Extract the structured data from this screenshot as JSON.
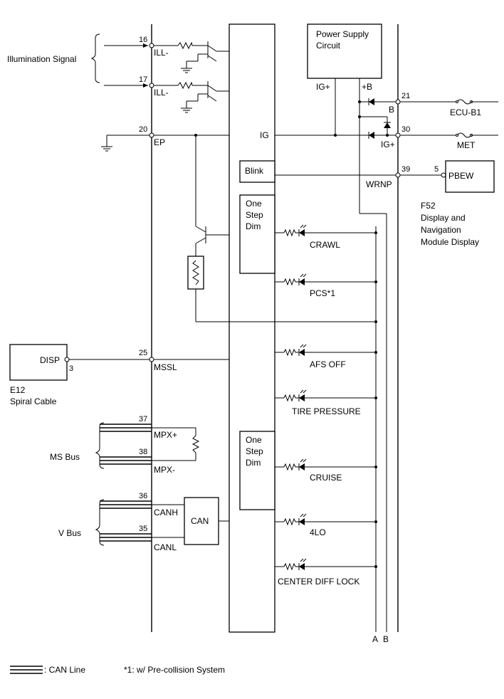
{
  "signals": {
    "illumination": "Illumination Signal",
    "ms_bus": "MS Bus",
    "v_bus": "V Bus"
  },
  "pins": {
    "p16": "16",
    "p17": "17",
    "p20": "20",
    "p25": "25",
    "p37": "37",
    "p38": "38",
    "p36": "36",
    "p35": "35",
    "p21": "21",
    "p30": "30",
    "p39": "39",
    "p5": "5",
    "p3": "3"
  },
  "terminals": {
    "ill1": "ILL-",
    "ill2": "ILL-",
    "ep": "EP",
    "mssl": "MSSL",
    "mpx_plus": "MPX+",
    "mpx_minus": "MPX-",
    "canh": "CANH",
    "canl": "CANL",
    "ig": "IG",
    "ig_plus_top": "IG+",
    "plus_b": "+B",
    "b": "B",
    "ig_plus_right": "IG+",
    "wrnp": "WRNP"
  },
  "blocks": {
    "power_supply": [
      "Power Supply",
      "Circuit"
    ],
    "blink": "Blink",
    "dim1": [
      "One",
      "Step",
      "Dim"
    ],
    "dim2": [
      "One",
      "Step",
      "Dim"
    ],
    "can": "CAN",
    "disp": "DISP",
    "pbew": "PBEW"
  },
  "fuses": {
    "ecu_b1": "ECU-B1",
    "met": "MET"
  },
  "indicators": [
    "CRAWL",
    "PCS*1",
    "AFS OFF",
    "TIRE PRESSURE",
    "CRUISE",
    "4LO",
    "CENTER DIFF LOCK"
  ],
  "connectors": {
    "f52": [
      "F52",
      "Display and",
      "Navigation",
      "Module Display"
    ],
    "e12": [
      "E12",
      "Spiral Cable"
    ]
  },
  "bus_ends": {
    "a": "A",
    "b": "B"
  },
  "legend": {
    "can_line": ": CAN Line",
    "note1": "*1: w/ Pre-collision System"
  }
}
